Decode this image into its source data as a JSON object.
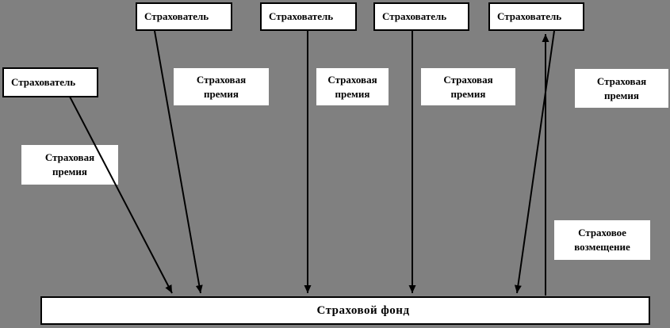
{
  "colors": {
    "background": "#808080",
    "box_fill": "#ffffff",
    "box_border": "#000000",
    "line": "#000000",
    "text": "#000000"
  },
  "insured_boxes": [
    {
      "label": "Страхователь"
    },
    {
      "label": "Страхователь"
    },
    {
      "label": "Страхователь"
    },
    {
      "label": "Страхователь"
    },
    {
      "label": "Страхователь"
    }
  ],
  "premium_labels": [
    {
      "label": "Страховая\nпремия"
    },
    {
      "label": "Страховая\nпремия"
    },
    {
      "label": "Страховая\nпремия"
    },
    {
      "label": "Страховая\nпремия"
    },
    {
      "label": "Страховая\nпремия"
    }
  ],
  "compensation_label": {
    "label": "Страховое\nвозмещение"
  },
  "fund": {
    "label": "Страховой фонд"
  },
  "arrows": [
    {
      "name": "premium-arrow-1",
      "from": "insured-1",
      "to": "fund",
      "direction": "down"
    },
    {
      "name": "premium-arrow-2",
      "from": "insured-2",
      "to": "fund",
      "direction": "down"
    },
    {
      "name": "premium-arrow-3",
      "from": "insured-3",
      "to": "fund",
      "direction": "down"
    },
    {
      "name": "premium-arrow-4",
      "from": "insured-4",
      "to": "fund",
      "direction": "down"
    },
    {
      "name": "premium-arrow-5",
      "from": "insured-5",
      "to": "fund",
      "direction": "down"
    },
    {
      "name": "compensation-arrow",
      "from": "fund",
      "to": "insured-5",
      "direction": "up"
    }
  ]
}
